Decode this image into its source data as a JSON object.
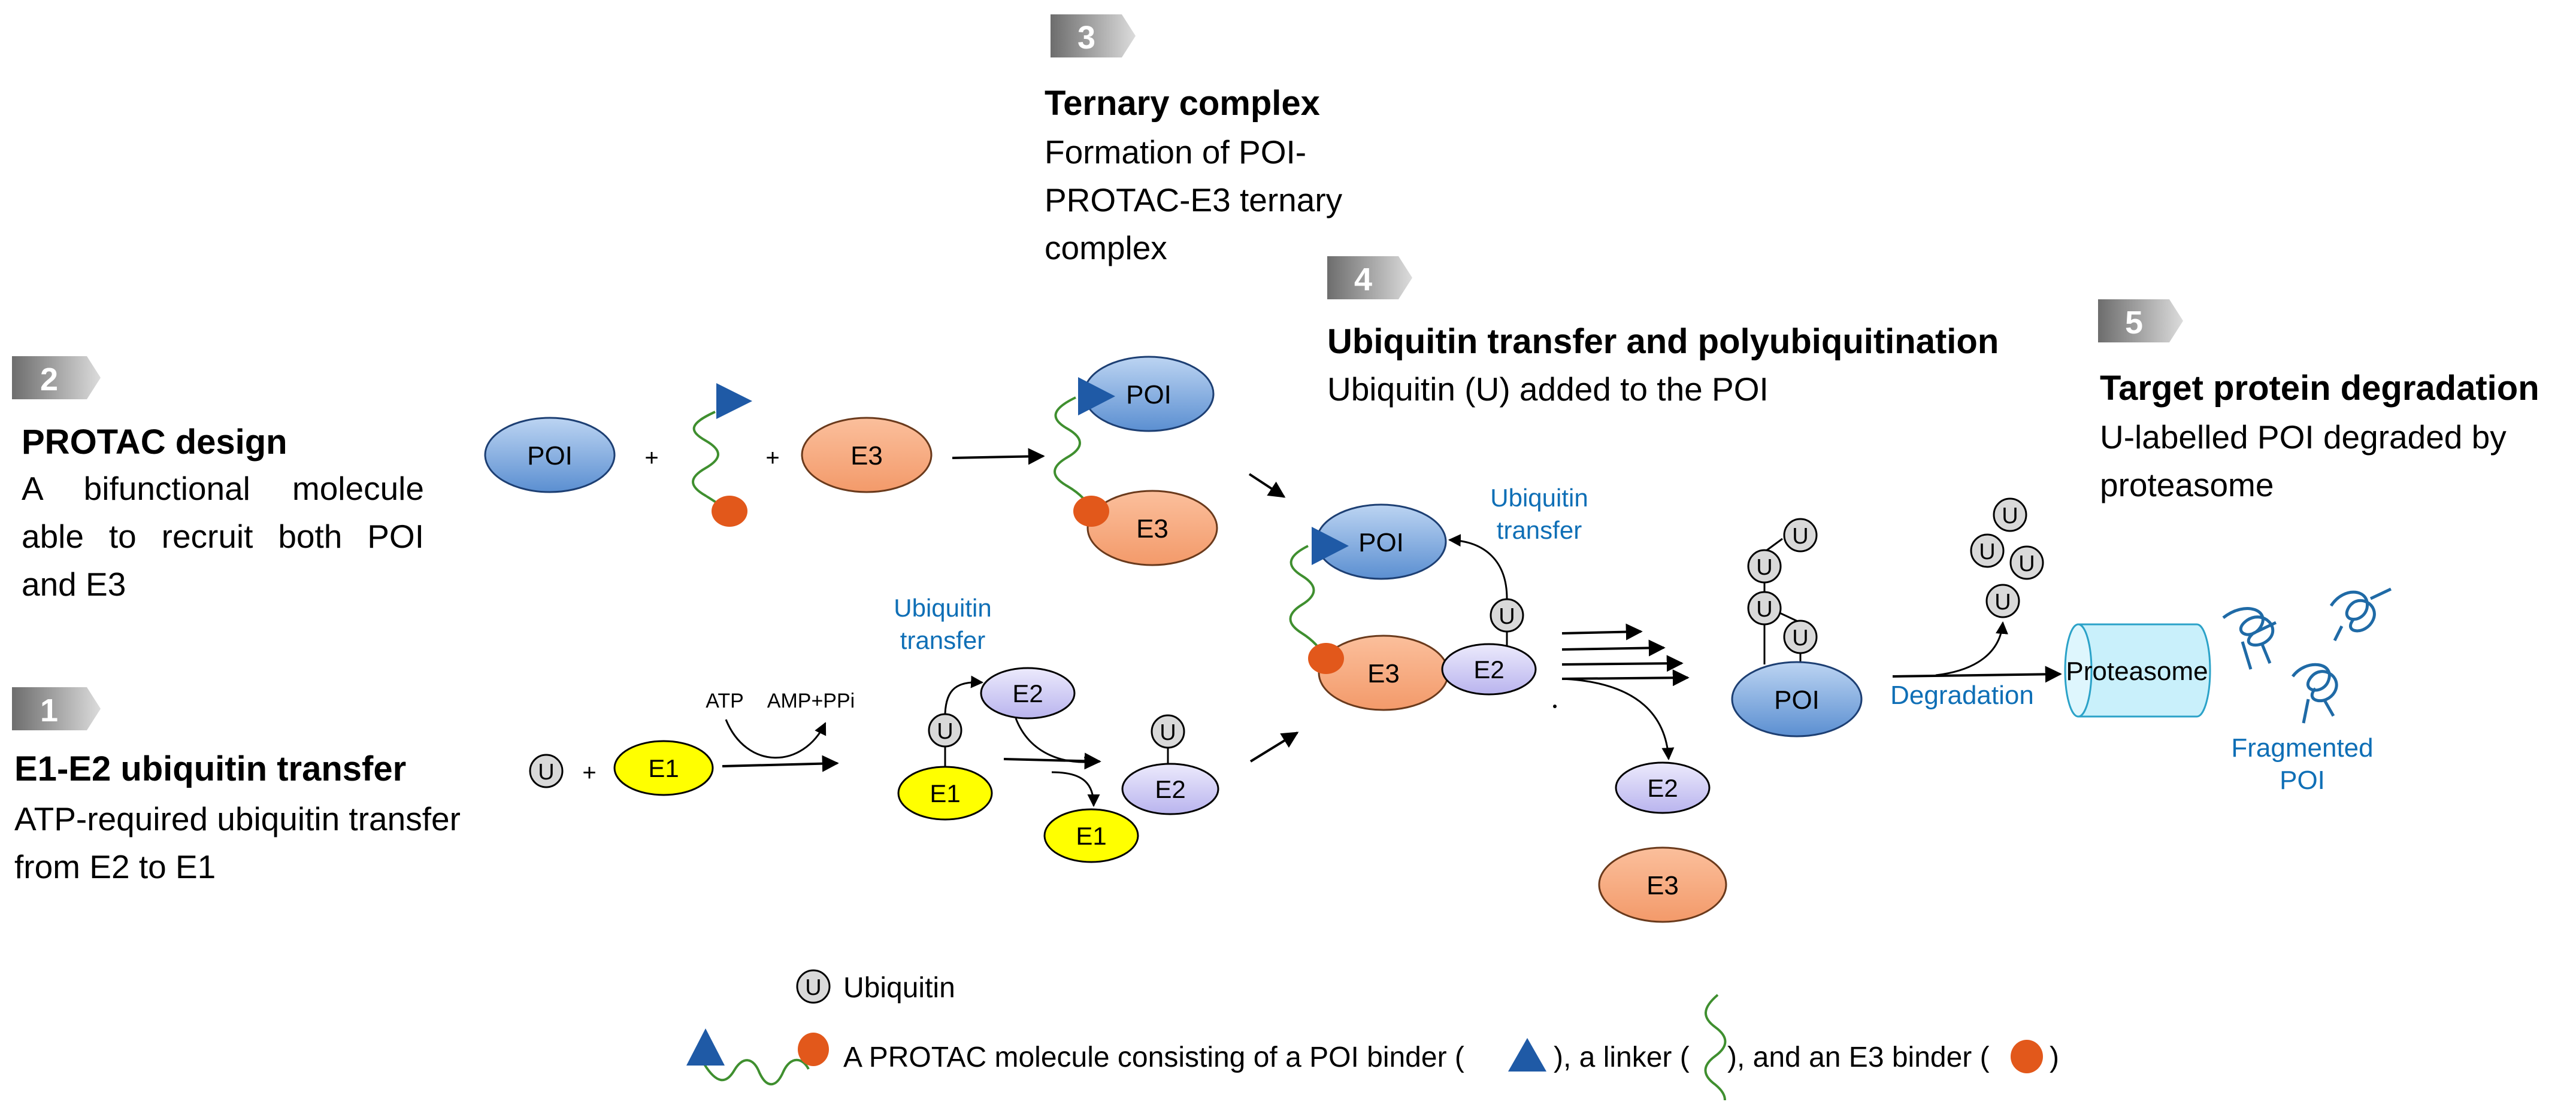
{
  "steps": [
    {
      "number": "1",
      "title": "E1-E2 ubiquitin transfer",
      "description": "ATP-required ubiquitin transfer from E2 to E1"
    },
    {
      "number": "2",
      "title": "PROTAC design",
      "description": "A bifunctional molecule able to recruit both POI and E3"
    },
    {
      "number": "3",
      "title": "Ternary complex",
      "description": "Formation of POI-PROTAC-E3 ternary complex"
    },
    {
      "number": "4",
      "title": "Ubiquitin transfer and polyubiquitination",
      "description": "Ubiquitin (U) added to the POI"
    },
    {
      "number": "5",
      "title": "Target protein degradation",
      "description": "U-labelled POI degraded by proteasome"
    }
  ],
  "diagram": {
    "poi": "POI",
    "e3": "E3",
    "e1": "E1",
    "e2": "E2",
    "ubiquitin_symbol": "U",
    "plus": "+",
    "atp": "ATP",
    "amp_ppi": "AMP+PPi",
    "ubiquitin_transfer_line1": "Ubiquitin",
    "ubiquitin_transfer_line2": "transfer",
    "degradation": "Degradation",
    "proteasome": "Proteasome",
    "fragmented_line1": "Fragmented",
    "fragmented_line2": "POI"
  },
  "legend": {
    "ubiquitin_label": "Ubiquitin",
    "protac_text_part1": "A PROTAC molecule consisting of a POI binder (",
    "protac_text_part2": "), a linker (",
    "protac_text_part3": "), and an E3 binder (",
    "protac_text_part4": ")"
  },
  "colors": {
    "poi_fill": "#6a9bd8",
    "e3_fill": "#f6a47c",
    "e1_fill": "#ffff00",
    "e2_fill": "#c9c6f2",
    "ubiquitin_fill": "#d9d9d9",
    "poi_binder": "#1f5aa6",
    "e3_binder": "#e2581b",
    "linker": "#3f8f2f",
    "annotation_blue": "#0f6fb6",
    "proteasome_fill": "#c9f0fb"
  }
}
